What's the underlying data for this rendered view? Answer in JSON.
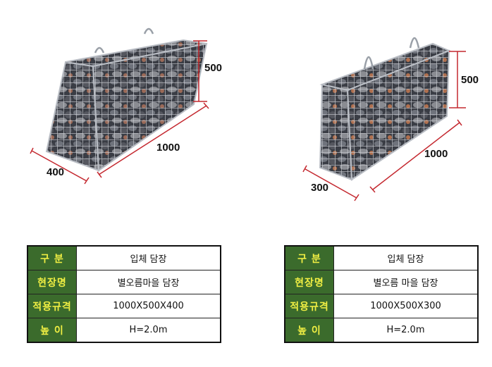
{
  "colors": {
    "dimension_line": "#c4282f",
    "table_label_bg": "#3b6b2c",
    "table_label_text": "#f1ef43"
  },
  "products": [
    {
      "dims": {
        "height": "500",
        "length": "1000",
        "width": "400"
      },
      "spec": [
        {
          "label": "구   분",
          "value": "입체 담장"
        },
        {
          "label": "현장명",
          "value": "별오름마을 담장"
        },
        {
          "label": "적용규격",
          "value": "1000X500X400"
        },
        {
          "label": "높   이",
          "value": "H=2.0m"
        }
      ]
    },
    {
      "dims": {
        "height": "500",
        "length": "1000",
        "width": "300"
      },
      "spec": [
        {
          "label": "구   분",
          "value": "입체 담장"
        },
        {
          "label": "현장명",
          "value": "별오름 마을 담장"
        },
        {
          "label": "적용규격",
          "value": "1000X500X300"
        },
        {
          "label": "높   이",
          "value": "H=2.0m"
        }
      ]
    }
  ]
}
